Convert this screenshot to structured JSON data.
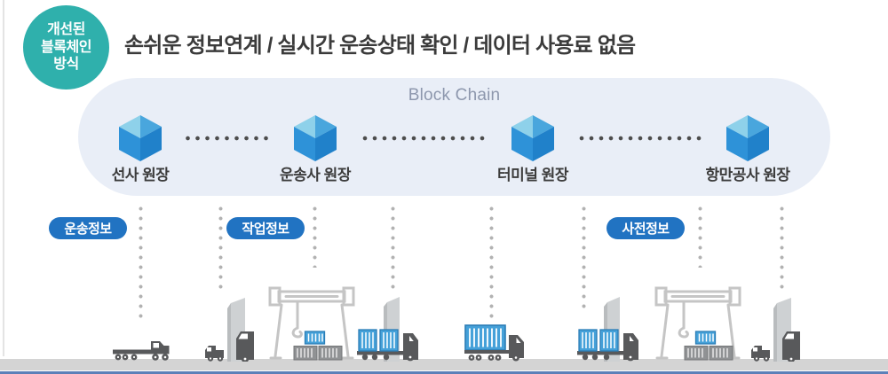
{
  "badge": {
    "line1": "개선된",
    "line2": "블록체인",
    "line3": "방식"
  },
  "title": "손쉬운 정보연계 / 실시간 운송상태 확인 / 데이터 사용료 없음",
  "blockchain": {
    "title": "Block Chain",
    "nodes": [
      {
        "label": "선사 원장",
        "icon": "cube-icon"
      },
      {
        "label": "운송사 원장",
        "icon": "cube-icon"
      },
      {
        "label": "터미널 원장",
        "icon": "cube-icon"
      },
      {
        "label": "항만공사 원장",
        "icon": "cube-icon"
      }
    ]
  },
  "info_tags": [
    {
      "label": "운송정보"
    },
    {
      "label": "작업정보"
    },
    {
      "label": "사전정보"
    }
  ],
  "scene": {
    "icons": [
      "flatbed-truck-icon",
      "gate-truck-icon",
      "gantry-crane-icon",
      "container-stack-icon",
      "frame-truck-icon",
      "container-truck-icon",
      "frame-truck-icon",
      "gantry-crane-icon",
      "container-stack-icon",
      "gate-truck-icon"
    ]
  },
  "colors": {
    "badge_teal": "#2fb0ac",
    "tag_blue": "#2173c2",
    "panel_blue": "#e9eef7",
    "cube_blue": "#2e92d8",
    "container_blue": "#45a1d9",
    "vehicle_gray": "#58595b",
    "crane_gray": "#c5c5c5",
    "ground_gray": "#d4d4d4",
    "bottom_bar_blue": "#5c80b8",
    "title_text": "#3b3b3b",
    "blockchain_title_text": "#8d97ad"
  }
}
